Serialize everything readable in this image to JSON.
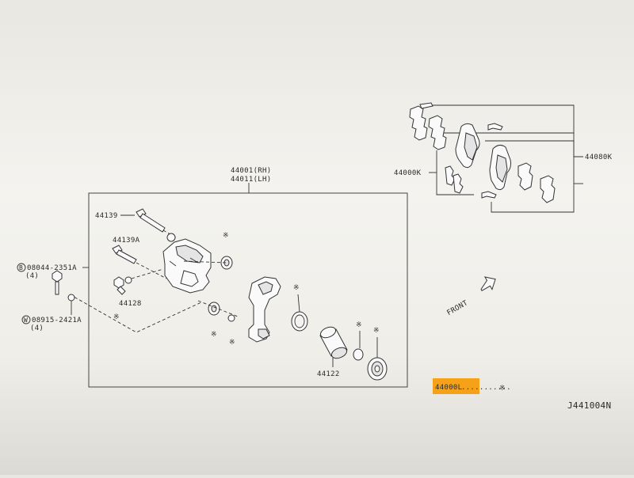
{
  "colors": {
    "highlight": "#f5a219",
    "line": "#333333",
    "paper": "#f4f3ef"
  },
  "labels": {
    "caliper_rh": "44001(RH)",
    "caliper_lh": "44011(LH)",
    "pad_kit": "44080K",
    "hardware_kit": "44000K",
    "pin_bolt": "44139",
    "pin_bolt_a": "44139A",
    "bleeder": "44128",
    "piston": "44122",
    "bolt_ref": "08044-2351A",
    "bolt_qty": "(4)",
    "washer_ref": "08915-2421A",
    "washer_qty": "(4)",
    "bolt_circle": "B",
    "washer_circle": "W",
    "front": "FRONT",
    "seal_kit": "44000L",
    "seal_kit_dots": "...........",
    "diagram_id": "J441004N",
    "star": "※"
  }
}
